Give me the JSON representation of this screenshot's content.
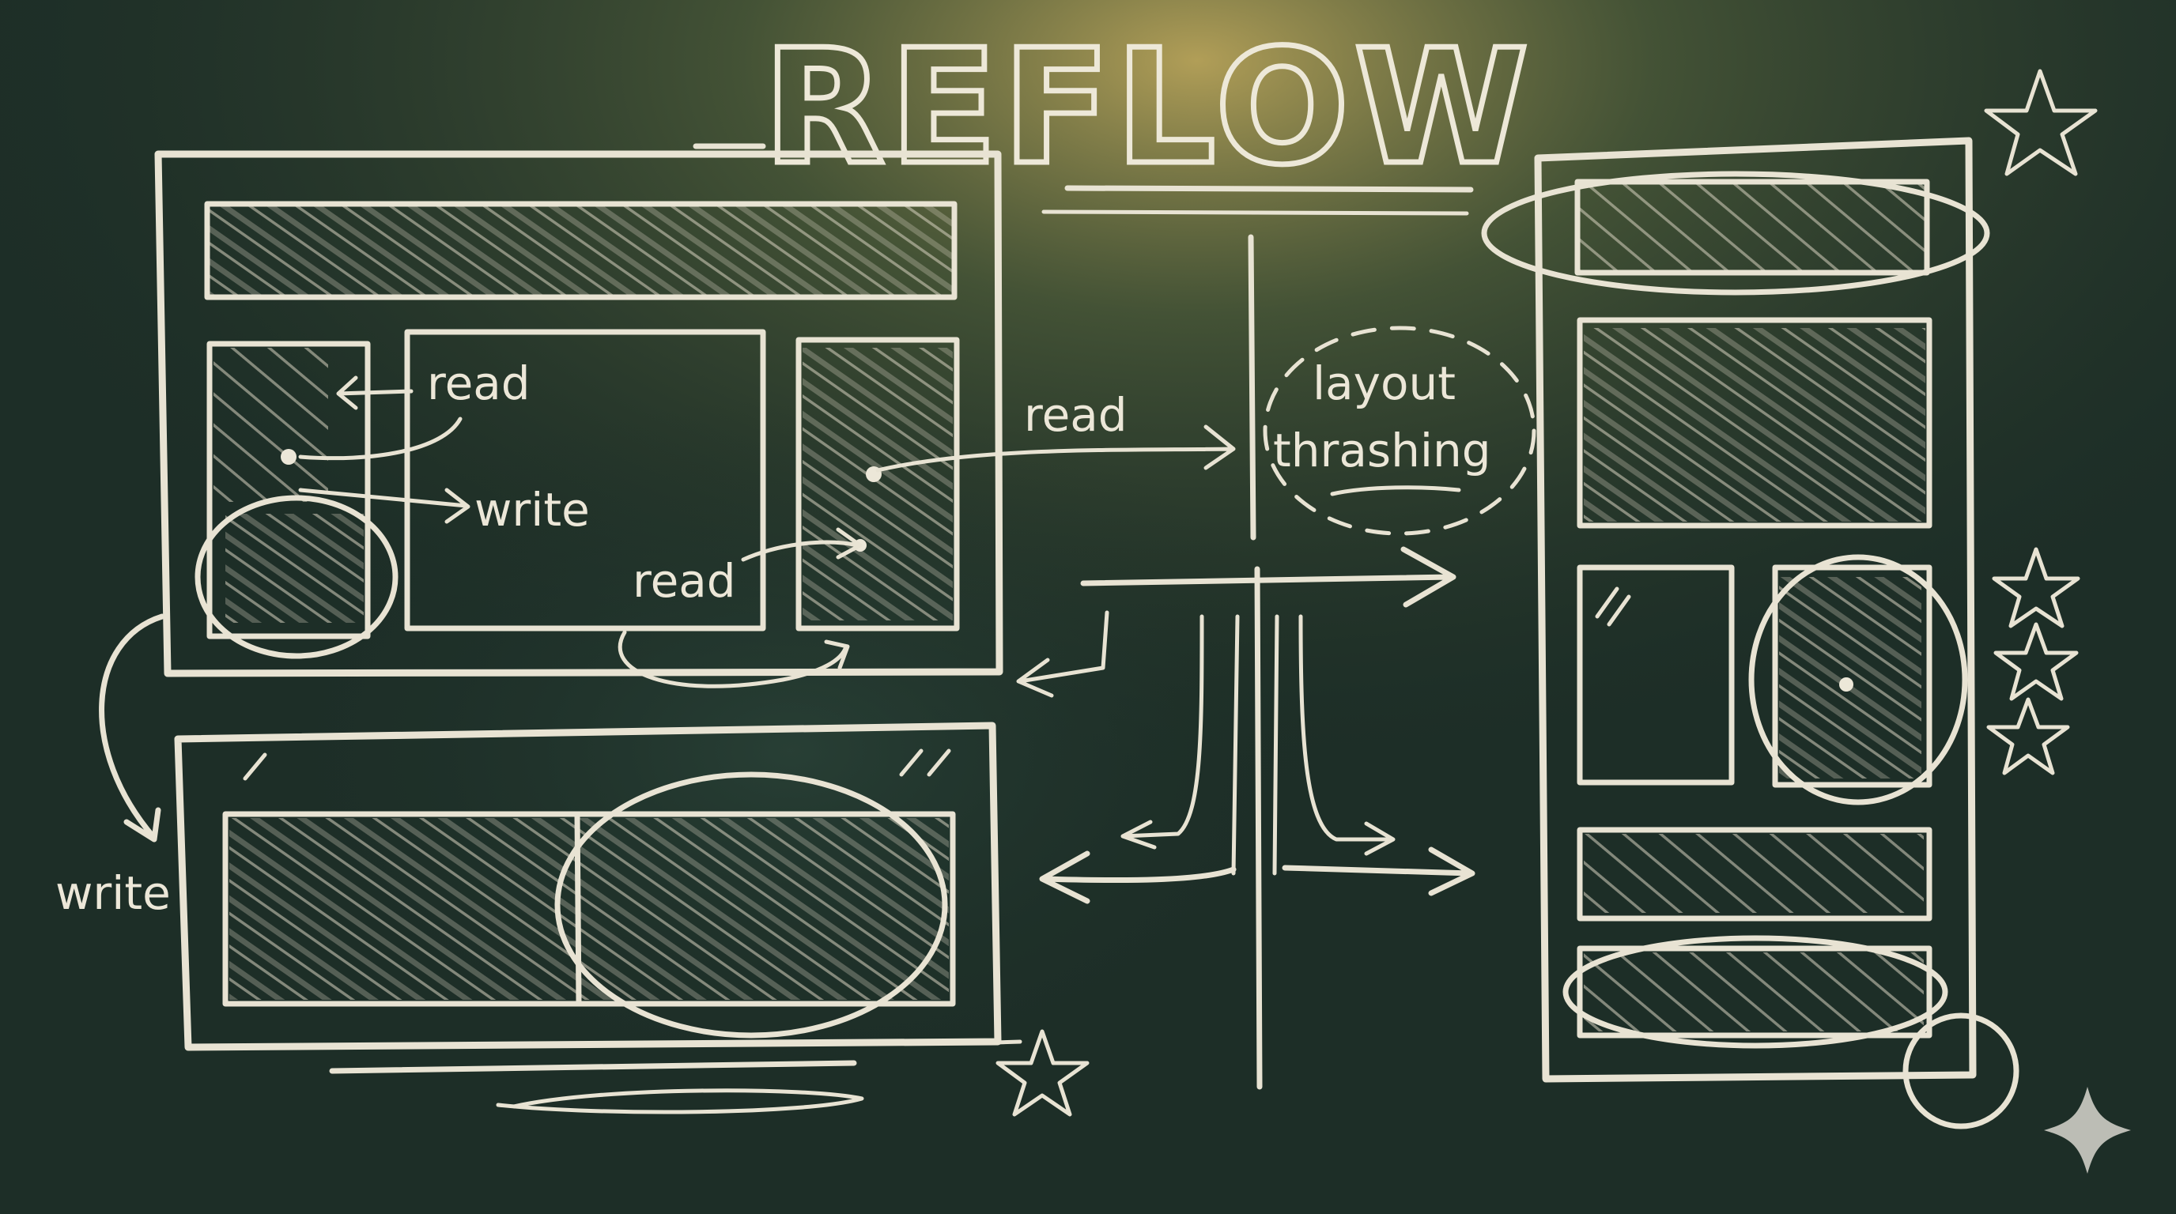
{
  "title": "REFLOW",
  "labels": {
    "read_top": "read",
    "write_top": "write",
    "read_mid": "read",
    "read_bottom": "read",
    "write_left": "write",
    "bubble_line1": "layout",
    "bubble_line2": "thrashing"
  },
  "colors": {
    "board": "#1d2e27",
    "glow": "#b9a45a",
    "chalk": "#e8e3d3"
  },
  "icons": [
    "star-icon",
    "sparkle-icon"
  ]
}
